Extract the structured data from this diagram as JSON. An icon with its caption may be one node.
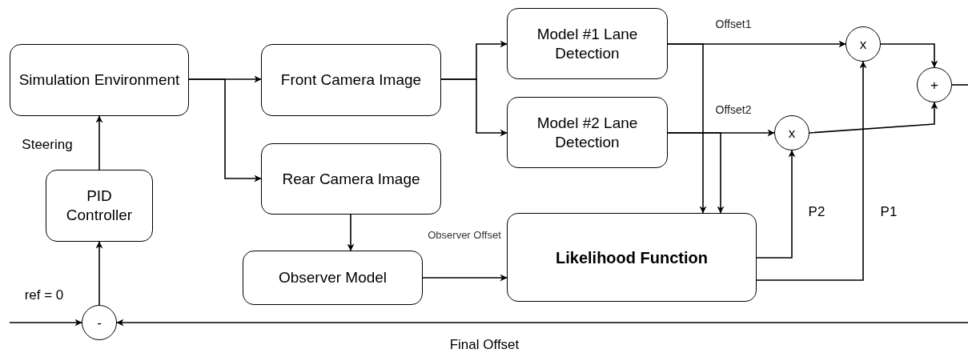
{
  "diagram": {
    "nodes": [
      {
        "text": [
          "Simulation Environment"
        ]
      },
      {
        "text": [
          "Front Camera Image"
        ]
      },
      {
        "text": [
          "Rear Camera Image"
        ]
      },
      {
        "text": [
          "PID Controller"
        ]
      },
      {
        "text": [
          "Observer Model"
        ]
      },
      {
        "text": [
          "Model #1 Lane Detection"
        ]
      },
      {
        "text": [
          "Model #2 Lane Detection"
        ]
      },
      {
        "text": [
          "Likelihood Function"
        ]
      },
      {
        "text": [
          "x"
        ]
      },
      {
        "text": [
          "x"
        ]
      },
      {
        "text": [
          "+"
        ]
      },
      {
        "text": [
          "-"
        ]
      }
    ],
    "edges": [
      {
        "from": 0,
        "to": 1,
        "arrow": "to"
      },
      {
        "from": 0,
        "to": 2,
        "arrow": "to"
      },
      {
        "from": 1,
        "to": 5,
        "arrow": "to"
      },
      {
        "from": 1,
        "to": 6,
        "arrow": "to"
      },
      {
        "from": 2,
        "to": 4,
        "arrow": "to"
      },
      {
        "from": 3,
        "to": 0,
        "arrow": "to",
        "label": "Steering"
      },
      {
        "from": 11,
        "to": 3,
        "arrow": "to"
      },
      {
        "from": 4,
        "to": 7,
        "arrow": "to",
        "label": "Observer Offset"
      },
      {
        "from": 5,
        "to": 8,
        "arrow": "to",
        "label": "Offset1"
      },
      {
        "from": 6,
        "to": 9,
        "arrow": "to",
        "label": "Offset2"
      },
      {
        "from": 5,
        "to": 7,
        "arrow": "to"
      },
      {
        "from": 6,
        "to": 7,
        "arrow": "to"
      },
      {
        "from": 7,
        "to": 9,
        "arrow": "to",
        "label": "P2"
      },
      {
        "from": 7,
        "to": 8,
        "arrow": "to",
        "label": "P1"
      },
      {
        "from": 8,
        "to": 10,
        "arrow": "to"
      },
      {
        "from": 9,
        "to": 10,
        "arrow": "to"
      },
      {
        "from": 10,
        "to": null,
        "arrow": "none"
      },
      {
        "from": null,
        "to": 11,
        "arrow": "to",
        "label": "Final Offset"
      },
      {
        "from": null,
        "to": 11,
        "arrow": "to",
        "label": "ref = 0"
      }
    ]
  }
}
